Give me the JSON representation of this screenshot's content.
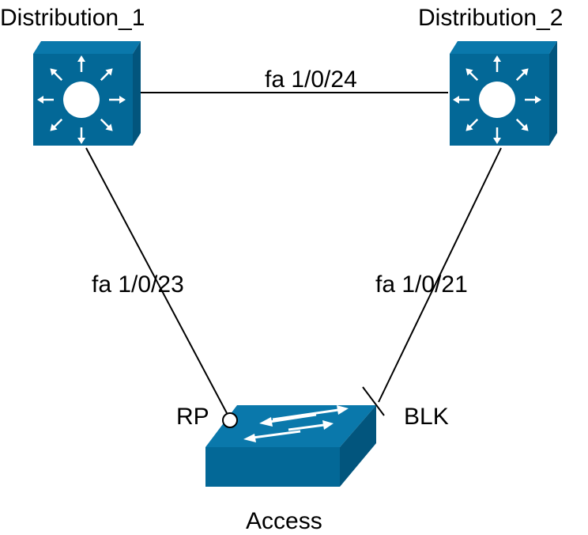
{
  "colors": {
    "device_front": "#036897",
    "device_side": "#02557d",
    "device_top": "#0a78ab",
    "icon": "#ffffff",
    "line": "#000000"
  },
  "devices": {
    "distribution_1": {
      "label": "Distribution_1",
      "icon": "layer3-switch-icon"
    },
    "distribution_2": {
      "label": "Distribution_2",
      "icon": "layer3-switch-icon"
    },
    "access": {
      "label": "Access",
      "icon": "workgroup-switch-icon"
    }
  },
  "links": {
    "dist1_dist2": {
      "label": "fa 1/0/24"
    },
    "dist1_access": {
      "label": "fa 1/0/23",
      "port_role": "RP",
      "port_marker": "root-port-circle-icon"
    },
    "dist2_access": {
      "label": "fa 1/0/21",
      "port_role": "BLK",
      "port_marker": "blocked-port-slash-icon"
    }
  }
}
